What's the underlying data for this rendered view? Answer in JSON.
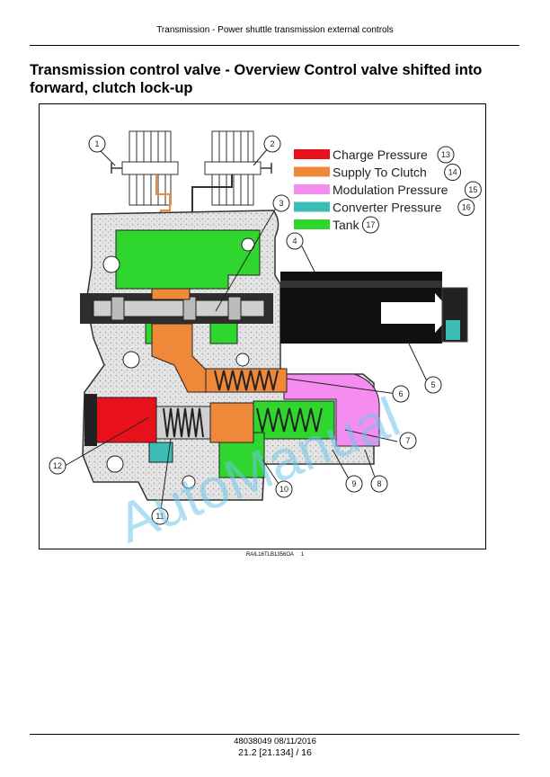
{
  "header": {
    "text": "Transmission - Power shuttle transmission external controls"
  },
  "title": "Transmission control valve - Overview Control valve shifted into forward, clutch lock-up",
  "figure": {
    "legend": [
      {
        "label": "Charge Pressure",
        "number": "13",
        "color": "#e8101b"
      },
      {
        "label": "Supply To Clutch",
        "number": "14",
        "color": "#f0883a"
      },
      {
        "label": "Modulation Pressure",
        "number": "15",
        "color": "#f58cf0"
      },
      {
        "label": "Converter Pressure",
        "number": "16",
        "color": "#3bbdb5"
      },
      {
        "label": "Tank",
        "number": "17",
        "color": "#2ed62e"
      }
    ],
    "callouts": [
      "1",
      "2",
      "3",
      "4",
      "5",
      "6",
      "7",
      "8",
      "9",
      "10",
      "11",
      "12"
    ],
    "watermark": "AutoManual"
  },
  "caption": {
    "code": "RAIL16TLB1356OA",
    "number": "1"
  },
  "footer": {
    "line1": "48038049 08/11/2016",
    "line2": "21.2 [21.134] / 16"
  }
}
